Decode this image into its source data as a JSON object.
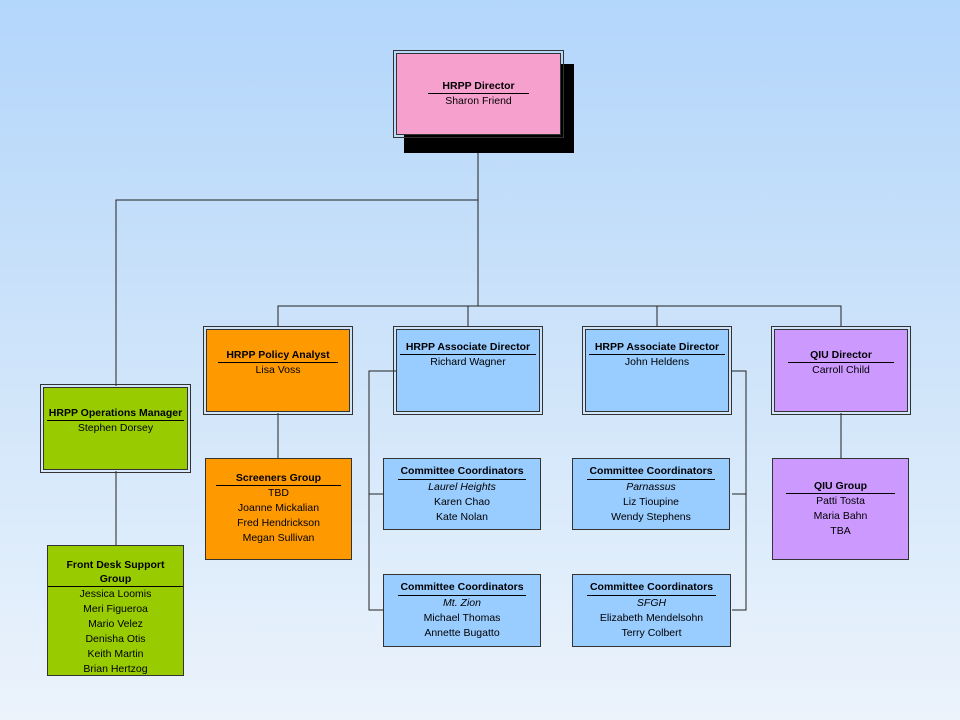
{
  "director": {
    "title": "HRPP Director",
    "name": "Sharon Friend",
    "color": "#f5a0cd"
  },
  "ops_manager": {
    "title": "HRPP Operations Manager",
    "name": "Stephen Dorsey",
    "color": "#99cc00"
  },
  "front_desk": {
    "title": "Front Desk Support Group",
    "members": [
      "Jessica Loomis",
      "Meri Figueroa",
      "Mario Velez",
      "Denisha Otis",
      "Keith Martin",
      "Brian Hertzog"
    ]
  },
  "policy_analyst": {
    "title": "HRPP Policy Analyst",
    "name": "Lisa Voss",
    "color": "#ff9900"
  },
  "screeners": {
    "title": "Screeners Group",
    "members": [
      "TBD",
      "Joanne Mickalian",
      "Fred Hendrickson",
      "Megan Sullivan"
    ]
  },
  "assoc_director_1": {
    "title": "HRPP Associate Director",
    "name": "Richard Wagner",
    "color": "#99ccff"
  },
  "assoc_director_2": {
    "title": "HRPP Associate Director",
    "name": "John Heldens",
    "color": "#99ccff"
  },
  "qiu_director": {
    "title": "QIU Director",
    "name": "Carroll Child",
    "color": "#cc99ff"
  },
  "qiu_group": {
    "title": "QIU Group",
    "members": [
      "Patti Tosta",
      "Maria Bahn",
      "TBA"
    ]
  },
  "cc_laurel": {
    "title": "Committee Coordinators",
    "site": "Laurel Heights",
    "members": [
      "Karen Chao",
      "Kate Nolan"
    ]
  },
  "cc_zion": {
    "title": "Committee Coordinators",
    "site": "Mt. Zion",
    "members": [
      "Michael Thomas",
      "Annette Bugatto"
    ]
  },
  "cc_parnassus": {
    "title": "Committee Coordinators",
    "site": "Parnassus",
    "members": [
      "Liz Tioupine",
      "Wendy Stephens"
    ]
  },
  "cc_sfgh": {
    "title": "Committee Coordinators",
    "site": "SFGH",
    "members": [
      "Elizabeth Mendelsohn",
      "Terry Colbert"
    ]
  }
}
